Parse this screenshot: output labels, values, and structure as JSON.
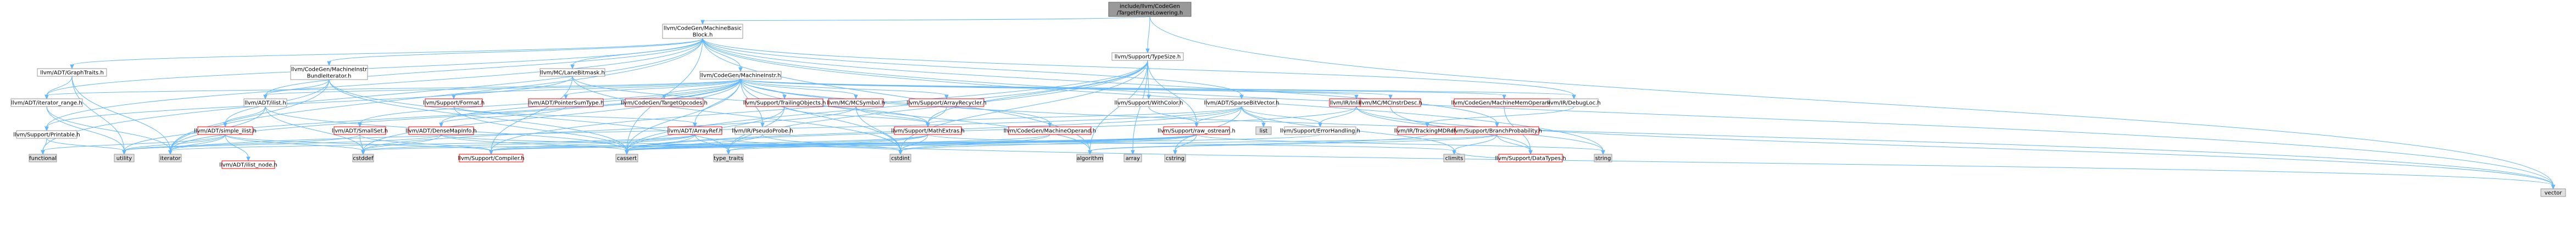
{
  "colors": {
    "edge": "#63b8ff",
    "root_fill": "#999999",
    "root_stroke": "#666666",
    "node_fill": "#ffffff",
    "node_stroke": "#999999",
    "node_red_stroke": "#ff0000",
    "system_fill": "#e0e0e0",
    "system_stroke": "#999999"
  },
  "graph": {
    "root": [
      "include/llvm/CodeGen",
      "/TargetFrameLowering.h"
    ],
    "nodes": {
      "n_mbb": [
        "llvm/CodeGen/MachineBasic",
        "Block.h"
      ],
      "n_typesize": [
        "llvm/Support/TypeSize.h"
      ],
      "n_vector": [
        "vector"
      ],
      "n_graphtraits": [
        "llvm/ADT/GraphTraits.h"
      ],
      "n_mib": [
        "llvm/CodeGen/MachineInstr",
        "BundleIterator.h"
      ],
      "n_lanebitmask": [
        "llvm/MC/LaneBitmask.h"
      ],
      "n_machineinstr": [
        "llvm/CodeGen/MachineInstr.h"
      ],
      "n_itrange": [
        "llvm/ADT/iterator_range.h"
      ],
      "n_ilist": [
        "llvm/ADT/ilist.h"
      ],
      "n_format": [
        "llvm/Support/Format.h"
      ],
      "n_ptrsumtype": [
        "llvm/ADT/PointerSumType.h"
      ],
      "n_tgtopcodes": [
        "llvm/CodeGen/TargetOpcodes.h"
      ],
      "n_trailing": [
        "llvm/Support/TrailingObjects.h"
      ],
      "n_mcsymbol": [
        "llvm/MC/MCSymbol.h"
      ],
      "n_arrayrecycler": [
        "llvm/Support/ArrayRecycler.h"
      ],
      "n_withcolor": [
        "llvm/Support/WithColor.h"
      ],
      "n_sparsebv": [
        "llvm/ADT/SparseBitVector.h"
      ],
      "n_inlineasm": [
        "llvm/IR/InlineAsm.h"
      ],
      "n_mcinstrdesc": [
        "llvm/MC/MCInstrDesc.h"
      ],
      "n_mmo": [
        "llvm/CodeGen/MachineMemOperand.h"
      ],
      "n_debugloc": [
        "llvm/IR/DebugLoc.h"
      ],
      "n_printable": [
        "llvm/Support/Printable.h"
      ],
      "n_simpleilist": [
        "llvm/ADT/simple_ilist.h"
      ],
      "n_smallset": [
        "llvm/ADT/SmallSet.h"
      ],
      "n_densemapinfo": [
        "llvm/ADT/DenseMapInfo.h"
      ],
      "n_arrayref": [
        "llvm/ADT/ArrayRef.h"
      ],
      "n_pseudoprobe": [
        "llvm/IR/PseudoProbe.h"
      ],
      "n_mathextras": [
        "llvm/Support/MathExtras.h"
      ],
      "n_mop": [
        "llvm/CodeGen/MachineOperand.h"
      ],
      "n_rawostream": [
        "llvm/Support/raw_ostream.h"
      ],
      "n_list": [
        "list"
      ],
      "n_errorhandling": [
        "llvm/Support/ErrorHandling.h"
      ],
      "n_trackingmdref": [
        "llvm/IR/TrackingMDRef.h"
      ],
      "n_branchprob": [
        "llvm/Support/BranchProbability.h"
      ],
      "n_functional": [
        "functional"
      ],
      "n_utility": [
        "utility"
      ],
      "n_iterator": [
        "iterator"
      ],
      "n_ilistnode": [
        "llvm/ADT/ilist_node.h"
      ],
      "n_cstddef": [
        "cstddef"
      ],
      "n_compiler": [
        "llvm/Support/Compiler.h"
      ],
      "n_cassert": [
        "cassert"
      ],
      "n_typetraits": [
        "type_traits"
      ],
      "n_cstdint": [
        "cstdint"
      ],
      "n_algorithm": [
        "algorithm"
      ],
      "n_array": [
        "array"
      ],
      "n_cstring": [
        "cstring"
      ],
      "n_climits": [
        "climits"
      ],
      "n_datatypes": [
        "llvm/Support/DataTypes.h"
      ],
      "n_string": [
        "string"
      ]
    }
  }
}
